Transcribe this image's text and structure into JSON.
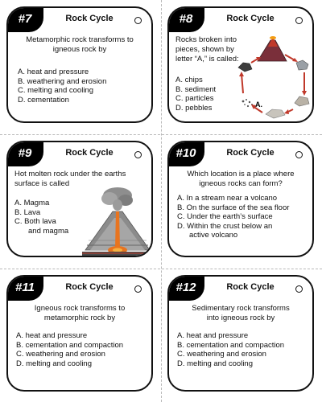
{
  "cards": [
    {
      "number": "#7",
      "title": "Rock Cycle",
      "question": "Metamorphic rock transforms to igneous rock by",
      "options": [
        "A. heat and pressure",
        "B. weathering and erosion",
        "C. melting and cooling",
        "D. cementation"
      ]
    },
    {
      "number": "#8",
      "title": "Rock Cycle",
      "question": "Rocks broken into pieces, shown by letter “A,” is called:",
      "options": [
        "A. chips",
        "B. sediment",
        "C. particles",
        "D. pebbles"
      ],
      "figure_label": "A."
    },
    {
      "number": "#9",
      "title": "Rock Cycle",
      "question": "Hot molten rock under the earths surface is called",
      "options": [
        "A. Magma",
        "B. Lava",
        "C. Both lava",
        "and magma"
      ]
    },
    {
      "number": "#10",
      "title": "Rock Cycle",
      "question": "Which location is a place where igneous rocks can form?",
      "options": [
        "A. In a stream near a volcano",
        "B. On the surface of the sea floor",
        "C. Under the earth’s surface",
        "D. Within the crust below an",
        "active volcano"
      ]
    },
    {
      "number": "#11",
      "title": "Rock Cycle",
      "question": "Igneous rock transforms to metamorphic rock by",
      "options": [
        "A. heat and pressure",
        "B. cementation and compaction",
        "C. weathering and erosion",
        "D. melting and cooling"
      ]
    },
    {
      "number": "#12",
      "title": "Rock Cycle",
      "question": "Sedimentary rock transforms into igneous rock by",
      "options": [
        "A. heat and pressure",
        "B. cementation and compaction",
        "C. weathering and erosion",
        "D. melting and cooling"
      ]
    }
  ],
  "icons": {
    "punch_hole": "circle-outline",
    "rock_cycle_figure": "rock-cycle-diagram",
    "volcano_figure": "volcano-illustration"
  },
  "colors": {
    "tab": "#000000",
    "border": "#111111",
    "cut_line": "#b9b9b9",
    "lava": "#e8741f"
  }
}
